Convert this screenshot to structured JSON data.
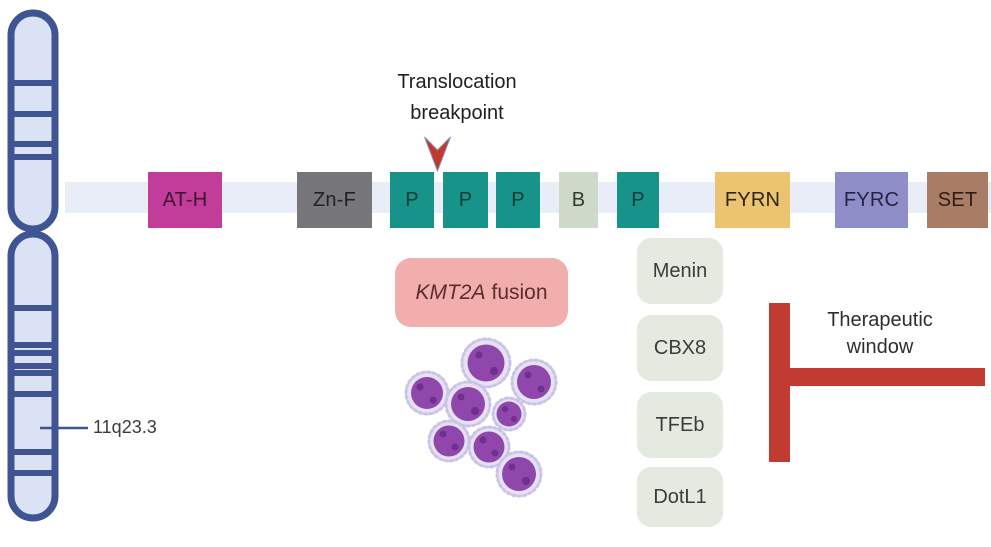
{
  "figure": {
    "chromosome_band_label": "11q23.3",
    "breakpoint_label_line1": "Translocation",
    "breakpoint_label_line2": "breakpoint",
    "fusion_label_gene": "KMT2A",
    "fusion_label_suffix": "fusion",
    "therapeutic_label_line1": "Therapeutic",
    "therapeutic_label_line2": "window"
  },
  "domains": [
    {
      "label": "AT-H",
      "color": "#c23d99",
      "text_color": "#421233"
    },
    {
      "label": "Zn-F",
      "color": "#77767b",
      "text_color": "#222226"
    },
    {
      "label": "P",
      "color": "#18938a",
      "text_color": "#0d3b37"
    },
    {
      "label": "P",
      "color": "#18938a",
      "text_color": "#0d3b37"
    },
    {
      "label": "P",
      "color": "#18938a",
      "text_color": "#0d3b37"
    },
    {
      "label": "B",
      "color": "#cdd9c9",
      "text_color": "#2f3d2f"
    },
    {
      "label": "P",
      "color": "#18938a",
      "text_color": "#0d3b37"
    },
    {
      "label": "FYRN",
      "color": "#ecc470",
      "text_color": "#2d2414"
    },
    {
      "label": "FYRC",
      "color": "#8f8dc8",
      "text_color": "#232344"
    },
    {
      "label": "SET",
      "color": "#a97c66",
      "text_color": "#2e1d16"
    }
  ],
  "fusion_targets": [
    {
      "label": "Menin"
    },
    {
      "label": "CBX8"
    },
    {
      "label": "TFEb"
    },
    {
      "label": "DotL1"
    }
  ],
  "colors": {
    "backbone_bar": "#e8edf7",
    "chromosome_outline": "#3e5493",
    "chromosome_fill": "#dbe2f4",
    "breakpoint_arrow": "#c0392b",
    "fusion_box_bg": "#f2adad",
    "fusion_box_text": "#5c2d2d",
    "target_box_bg": "#e4eae0",
    "target_box_text": "#3c3c3c",
    "therapeutic_bracket": "#c23b32",
    "cell_outer": "#e6e2f4",
    "cell_membrane": "#c9c3e8",
    "cell_inner": "#8f47ac",
    "cell_dot": "#6e2f91"
  }
}
